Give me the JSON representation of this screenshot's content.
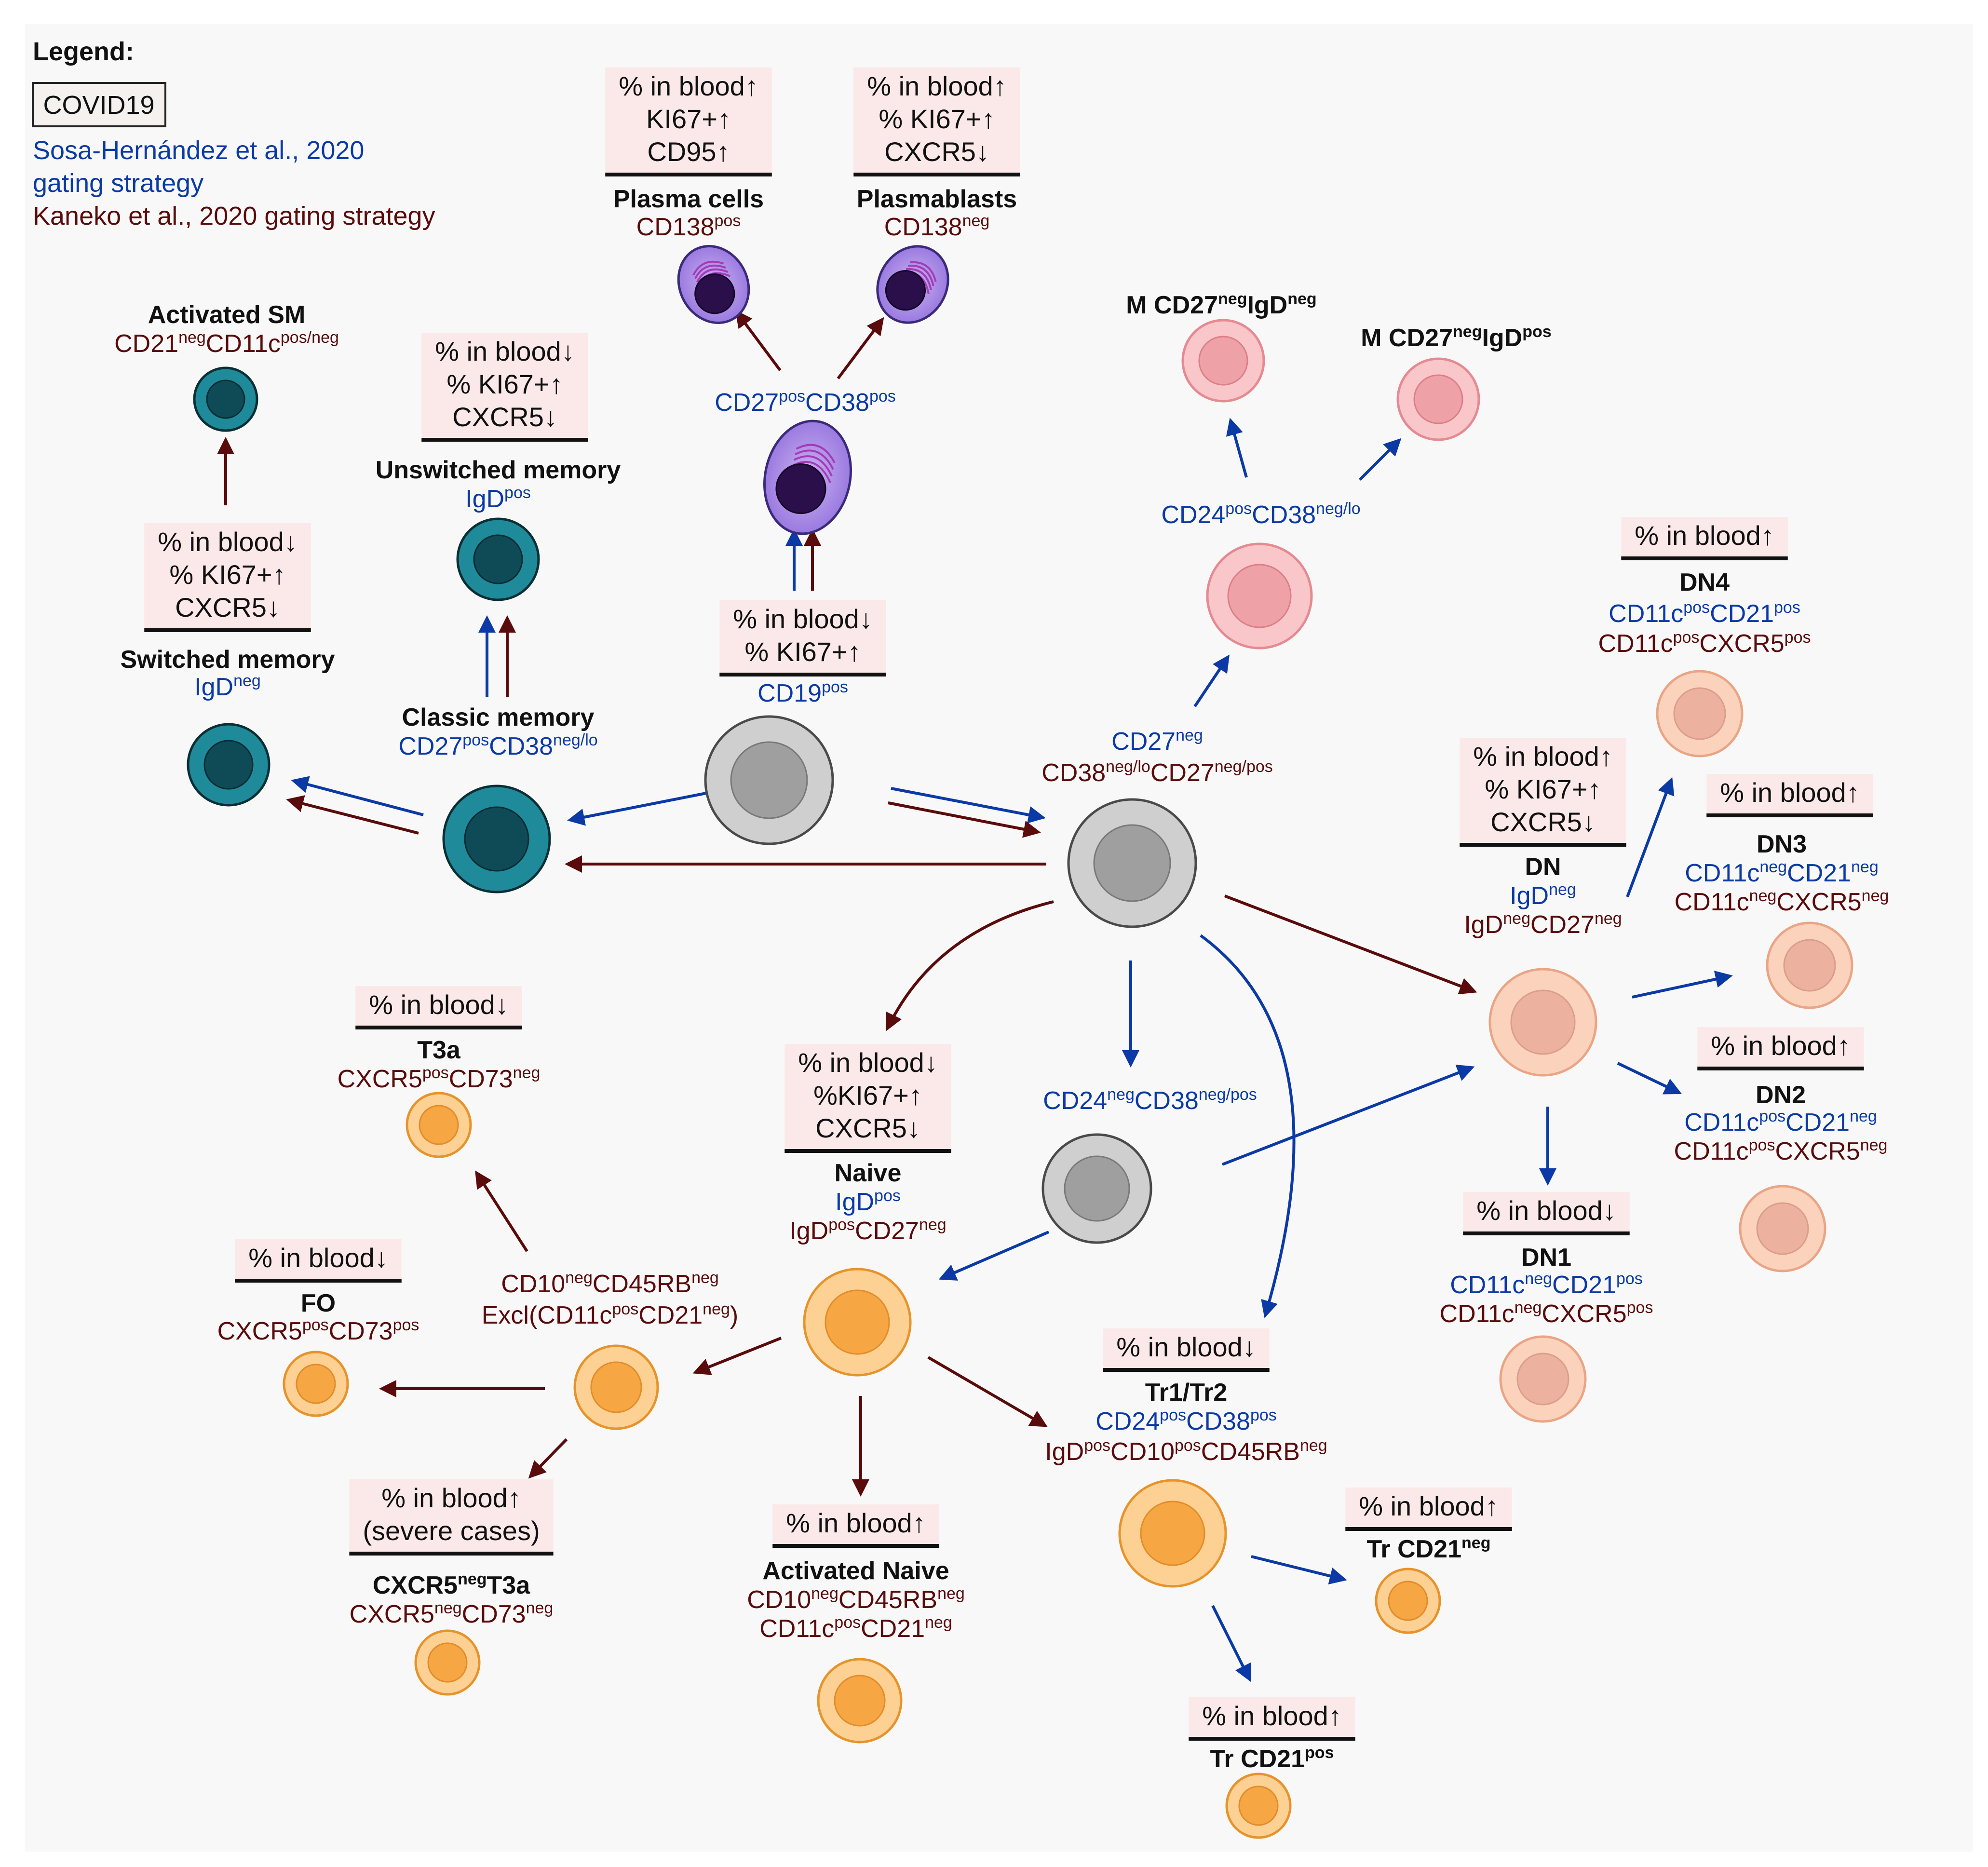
{
  "colors": {
    "blue": "#0b3aa6",
    "red": "#5a0b0b",
    "black": "#111111",
    "box_fill": "#fbe9e9",
    "panel_bg": "#f8f8f8"
  },
  "legend": {
    "title": "Legend:",
    "covid_label": "COVID19",
    "sosa_line1": "Sosa-Hernández et al., 2020",
    "sosa_line2": "gating strategy",
    "kaneko": "Kaneko et al., 2020 gating strategy"
  },
  "stat_boxes": [
    {
      "id": "plasma-cells-stats",
      "lines": [
        "% in blood↑",
        "KI67+↑",
        "CD95↑"
      ]
    },
    {
      "id": "plasmablasts-stats",
      "lines": [
        "% in blood↑",
        "% KI67+↑",
        "CXCR5↓"
      ]
    },
    {
      "id": "unswitched-memory-stats",
      "lines": [
        "% in blood↓",
        "% KI67+↑",
        "CXCR5↓"
      ]
    },
    {
      "id": "switched-memory-stats",
      "lines": [
        "% in blood↓",
        "% KI67+↑",
        "CXCR5↓"
      ]
    },
    {
      "id": "cd19-stats",
      "lines": [
        "% in blood↓",
        "% KI67+↑"
      ]
    },
    {
      "id": "dn4-stats",
      "lines": [
        "% in blood↑"
      ]
    },
    {
      "id": "dn-stats",
      "lines": [
        "% in blood↑",
        "% KI67+↑",
        "CXCR5↓"
      ]
    },
    {
      "id": "dn3-stats",
      "lines": [
        "% in blood↑"
      ]
    },
    {
      "id": "dn2-stats",
      "lines": [
        "% in blood↑"
      ]
    },
    {
      "id": "dn1-stats",
      "lines": [
        "% in blood↓"
      ]
    },
    {
      "id": "t3a-stats",
      "lines": [
        "% in blood↓"
      ]
    },
    {
      "id": "naive-stats",
      "lines": [
        "% in blood↓",
        "%KI67+↑",
        "CXCR5↓"
      ]
    },
    {
      "id": "fo-stats",
      "lines": [
        "% in blood↓"
      ]
    },
    {
      "id": "tr1tr2-stats",
      "lines": [
        "% in blood↓"
      ]
    },
    {
      "id": "cxcr5neg-t3a-stats",
      "lines": [
        "% in blood↑",
        "(severe cases)"
      ]
    },
    {
      "id": "activated-naive-stats",
      "lines": [
        "% in blood↑"
      ]
    },
    {
      "id": "tr-cd21neg-stats",
      "lines": [
        "% in blood↑"
      ]
    },
    {
      "id": "tr-cd21pos-stats",
      "lines": [
        "% in blood↑"
      ]
    }
  ],
  "labels": [
    {
      "id": "plasma-cells-title",
      "segs": [
        [
          "Plasma cells",
          "k",
          "b"
        ]
      ]
    },
    {
      "id": "plasma-cells-marker",
      "segs": [
        [
          "CD138",
          "r"
        ],
        [
          "pos",
          "r",
          "sup"
        ]
      ]
    },
    {
      "id": "plasmablasts-title",
      "segs": [
        [
          "Plasmablasts",
          "k",
          "b"
        ]
      ]
    },
    {
      "id": "plasmablasts-marker",
      "segs": [
        [
          "CD138",
          "r"
        ],
        [
          "neg",
          "r",
          "sup"
        ]
      ]
    },
    {
      "id": "activated-sm-title",
      "segs": [
        [
          "Activated SM",
          "k",
          "b"
        ]
      ]
    },
    {
      "id": "activated-sm-marker",
      "segs": [
        [
          "CD21",
          "r"
        ],
        [
          "neg",
          "r",
          "sup"
        ],
        [
          "CD11c",
          "r"
        ],
        [
          "pos/neg",
          "r",
          "sup"
        ]
      ]
    },
    {
      "id": "unswitched-memory-title",
      "segs": [
        [
          "Unswitched memory",
          "k",
          "b"
        ]
      ]
    },
    {
      "id": "unswitched-memory-marker",
      "segs": [
        [
          "IgD",
          "u"
        ],
        [
          "pos",
          "u",
          "sup"
        ]
      ]
    },
    {
      "id": "plasma-gate-marker",
      "segs": [
        [
          "CD27",
          "u"
        ],
        [
          "pos",
          "u",
          "sup"
        ],
        [
          "CD38",
          "u"
        ],
        [
          "pos",
          "u",
          "sup"
        ]
      ]
    },
    {
      "id": "m-cd27neg-igdneg-title",
      "segs": [
        [
          "M CD27",
          "k",
          "b"
        ],
        [
          "neg",
          "k",
          "bsup"
        ],
        [
          "IgD",
          "k",
          "b"
        ],
        [
          "neg",
          "k",
          "bsup"
        ]
      ]
    },
    {
      "id": "m-cd27neg-igdpos-title",
      "segs": [
        [
          "M CD27",
          "k",
          "b"
        ],
        [
          "neg",
          "k",
          "bsup"
        ],
        [
          "IgD",
          "k",
          "b"
        ],
        [
          "pos",
          "k",
          "bsup"
        ]
      ]
    },
    {
      "id": "cd24pos-gate-marker",
      "segs": [
        [
          "CD24",
          "u"
        ],
        [
          "pos",
          "u",
          "sup"
        ],
        [
          "CD38",
          "u"
        ],
        [
          "neg/lo",
          "u",
          "sup"
        ]
      ]
    },
    {
      "id": "switched-memory-title",
      "segs": [
        [
          "Switched memory",
          "k",
          "b"
        ]
      ]
    },
    {
      "id": "switched-memory-marker",
      "segs": [
        [
          "IgD",
          "u"
        ],
        [
          "neg",
          "u",
          "sup"
        ]
      ]
    },
    {
      "id": "classic-memory-title",
      "segs": [
        [
          "Classic memory",
          "k",
          "b"
        ]
      ]
    },
    {
      "id": "classic-memory-marker",
      "segs": [
        [
          "CD27",
          "u"
        ],
        [
          "pos",
          "u",
          "sup"
        ],
        [
          "CD38",
          "u"
        ],
        [
          "neg/lo",
          "u",
          "sup"
        ]
      ]
    },
    {
      "id": "cd19-marker",
      "segs": [
        [
          "CD19",
          "u"
        ],
        [
          "pos",
          "u",
          "sup"
        ]
      ]
    },
    {
      "id": "dn4-title",
      "segs": [
        [
          "DN4",
          "k",
          "b"
        ]
      ]
    },
    {
      "id": "dn4-marker-sosa",
      "segs": [
        [
          "CD11c",
          "u"
        ],
        [
          "pos",
          "u",
          "sup"
        ],
        [
          "CD21",
          "u"
        ],
        [
          "pos",
          "u",
          "sup"
        ]
      ]
    },
    {
      "id": "dn4-marker-kaneko",
      "segs": [
        [
          "CD11c",
          "r"
        ],
        [
          "pos",
          "r",
          "sup"
        ],
        [
          "CXCR5",
          "r"
        ],
        [
          "pos",
          "r",
          "sup"
        ]
      ]
    },
    {
      "id": "cd27neg-gate-sosa",
      "segs": [
        [
          "CD27",
          "u"
        ],
        [
          "neg",
          "u",
          "sup"
        ]
      ]
    },
    {
      "id": "cd27neg-gate-kaneko",
      "segs": [
        [
          "CD38",
          "r"
        ],
        [
          "neg/lo",
          "r",
          "sup"
        ],
        [
          "CD27",
          "r"
        ],
        [
          "neg/pos",
          "r",
          "sup"
        ]
      ]
    },
    {
      "id": "dn-title",
      "segs": [
        [
          "DN",
          "k",
          "b"
        ]
      ]
    },
    {
      "id": "dn-marker-sosa",
      "segs": [
        [
          "IgD",
          "u"
        ],
        [
          "neg",
          "u",
          "sup"
        ]
      ]
    },
    {
      "id": "dn-marker-kaneko",
      "segs": [
        [
          "IgD",
          "r"
        ],
        [
          "neg",
          "r",
          "sup"
        ],
        [
          "CD27",
          "r"
        ],
        [
          "neg",
          "r",
          "sup"
        ]
      ]
    },
    {
      "id": "dn3-title",
      "segs": [
        [
          "DN3",
          "k",
          "b"
        ]
      ]
    },
    {
      "id": "dn3-marker-sosa",
      "segs": [
        [
          "CD11c",
          "u"
        ],
        [
          "neg",
          "u",
          "sup"
        ],
        [
          "CD21",
          "u"
        ],
        [
          "neg",
          "u",
          "sup"
        ]
      ]
    },
    {
      "id": "dn3-marker-kaneko",
      "segs": [
        [
          "CD11c",
          "r"
        ],
        [
          "neg",
          "r",
          "sup"
        ],
        [
          "CXCR5",
          "r"
        ],
        [
          "neg",
          "r",
          "sup"
        ]
      ]
    },
    {
      "id": "dn2-title",
      "segs": [
        [
          "DN2",
          "k",
          "b"
        ]
      ]
    },
    {
      "id": "dn2-marker-sosa",
      "segs": [
        [
          "CD11c",
          "u"
        ],
        [
          "pos",
          "u",
          "sup"
        ],
        [
          "CD21",
          "u"
        ],
        [
          "neg",
          "u",
          "sup"
        ]
      ]
    },
    {
      "id": "dn2-marker-kaneko",
      "segs": [
        [
          "CD11c",
          "r"
        ],
        [
          "pos",
          "r",
          "sup"
        ],
        [
          "CXCR5",
          "r"
        ],
        [
          "neg",
          "r",
          "sup"
        ]
      ]
    },
    {
      "id": "dn1-title",
      "segs": [
        [
          "DN1",
          "k",
          "b"
        ]
      ]
    },
    {
      "id": "dn1-marker-sosa",
      "segs": [
        [
          "CD11c",
          "u"
        ],
        [
          "neg",
          "u",
          "sup"
        ],
        [
          "CD21",
          "u"
        ],
        [
          "pos",
          "u",
          "sup"
        ]
      ]
    },
    {
      "id": "dn1-marker-kaneko",
      "segs": [
        [
          "CD11c",
          "r"
        ],
        [
          "neg",
          "r",
          "sup"
        ],
        [
          "CXCR5",
          "r"
        ],
        [
          "pos",
          "r",
          "sup"
        ]
      ]
    },
    {
      "id": "t3a-title",
      "segs": [
        [
          "T3a",
          "k",
          "b"
        ]
      ]
    },
    {
      "id": "t3a-marker",
      "segs": [
        [
          "CXCR5",
          "r"
        ],
        [
          "pos",
          "r",
          "sup"
        ],
        [
          "CD73",
          "r"
        ],
        [
          "neg",
          "r",
          "sup"
        ]
      ]
    },
    {
      "id": "naive-title",
      "segs": [
        [
          "Naive",
          "k",
          "b"
        ]
      ]
    },
    {
      "id": "naive-marker-sosa",
      "segs": [
        [
          "IgD",
          "u"
        ],
        [
          "pos",
          "u",
          "sup"
        ]
      ]
    },
    {
      "id": "naive-marker-kaneko",
      "segs": [
        [
          "IgD",
          "r"
        ],
        [
          "pos",
          "r",
          "sup"
        ],
        [
          "CD27",
          "r"
        ],
        [
          "neg",
          "r",
          "sup"
        ]
      ]
    },
    {
      "id": "cd24neg-gate-marker",
      "segs": [
        [
          "CD24",
          "u"
        ],
        [
          "neg",
          "u",
          "sup"
        ],
        [
          "CD38",
          "u"
        ],
        [
          "neg/pos",
          "u",
          "sup"
        ]
      ]
    },
    {
      "id": "fo-title",
      "segs": [
        [
          "FO",
          "k",
          "b"
        ]
      ]
    },
    {
      "id": "fo-marker",
      "segs": [
        [
          "CXCR5",
          "r"
        ],
        [
          "pos",
          "r",
          "sup"
        ],
        [
          "CD73",
          "r"
        ],
        [
          "pos",
          "r",
          "sup"
        ]
      ]
    },
    {
      "id": "cd10neg-gate-line1",
      "segs": [
        [
          "CD10",
          "r"
        ],
        [
          "neg",
          "r",
          "sup"
        ],
        [
          "CD45RB",
          "r"
        ],
        [
          "neg",
          "r",
          "sup"
        ]
      ]
    },
    {
      "id": "cd10neg-gate-line2",
      "segs": [
        [
          "Excl(CD11c",
          "r"
        ],
        [
          "pos",
          "r",
          "sup"
        ],
        [
          "CD21",
          "r"
        ],
        [
          "neg",
          "r",
          "sup"
        ],
        [
          ")",
          "r"
        ]
      ]
    },
    {
      "id": "tr1tr2-title",
      "segs": [
        [
          "Tr1/Tr2",
          "k",
          "b"
        ]
      ]
    },
    {
      "id": "tr1tr2-marker-sosa",
      "segs": [
        [
          "CD24",
          "u"
        ],
        [
          "pos",
          "u",
          "sup"
        ],
        [
          "CD38",
          "u"
        ],
        [
          "pos",
          "u",
          "sup"
        ]
      ]
    },
    {
      "id": "tr1tr2-marker-kaneko",
      "segs": [
        [
          "IgD",
          "r"
        ],
        [
          "pos",
          "r",
          "sup"
        ],
        [
          "CD10",
          "r"
        ],
        [
          "pos",
          "r",
          "sup"
        ],
        [
          "CD45RB",
          "r"
        ],
        [
          "neg",
          "r",
          "sup"
        ]
      ]
    },
    {
      "id": "cxcr5neg-t3a-title",
      "segs": [
        [
          "CXCR5",
          "k",
          "b"
        ],
        [
          "neg",
          "k",
          "bsup"
        ],
        [
          "T3a",
          "k",
          "b"
        ]
      ]
    },
    {
      "id": "cxcr5neg-t3a-marker",
      "segs": [
        [
          "CXCR5",
          "r"
        ],
        [
          "neg",
          "r",
          "sup"
        ],
        [
          "CD73",
          "r"
        ],
        [
          "neg",
          "r",
          "sup"
        ]
      ]
    },
    {
      "id": "activated-naive-title",
      "segs": [
        [
          "Activated Naive",
          "k",
          "b"
        ]
      ]
    },
    {
      "id": "activated-naive-marker-1",
      "segs": [
        [
          "CD10",
          "r"
        ],
        [
          "neg",
          "r",
          "sup"
        ],
        [
          "CD45RB",
          "r"
        ],
        [
          "neg",
          "r",
          "sup"
        ]
      ]
    },
    {
      "id": "activated-naive-marker-2",
      "segs": [
        [
          "CD11c",
          "r"
        ],
        [
          "pos",
          "r",
          "sup"
        ],
        [
          "CD21",
          "r"
        ],
        [
          "neg",
          "r",
          "sup"
        ]
      ]
    },
    {
      "id": "tr-cd21neg-title",
      "segs": [
        [
          "Tr CD21",
          "k",
          "b"
        ],
        [
          "neg",
          "k",
          "bsup"
        ]
      ]
    },
    {
      "id": "tr-cd21pos-title",
      "segs": [
        [
          "Tr CD21",
          "k",
          "b"
        ],
        [
          "pos",
          "k",
          "bsup"
        ]
      ]
    }
  ]
}
